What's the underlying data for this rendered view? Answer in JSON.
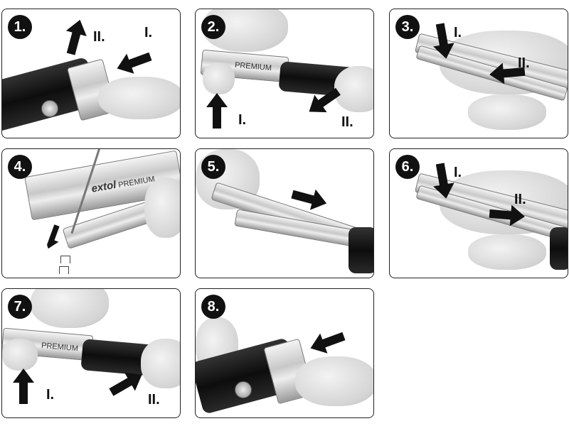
{
  "steps": [
    {
      "number": "1.",
      "labels": [
        "II.",
        "I."
      ]
    },
    {
      "number": "2.",
      "labels": [
        "I.",
        "II."
      ],
      "logo": "PREMIUM"
    },
    {
      "number": "3.",
      "labels": [
        "I.",
        "II."
      ]
    },
    {
      "number": "4.",
      "logo_brand": "extol",
      "logo": "PREMIUM"
    },
    {
      "number": "5."
    },
    {
      "number": "6.",
      "labels": [
        "I.",
        "II."
      ]
    },
    {
      "number": "7.",
      "labels": [
        "I.",
        "II."
      ],
      "logo": "PREMIUM"
    },
    {
      "number": "8."
    }
  ],
  "colors": {
    "ink": "#111111",
    "border": "#222222",
    "grip": "#1a1a1a"
  }
}
